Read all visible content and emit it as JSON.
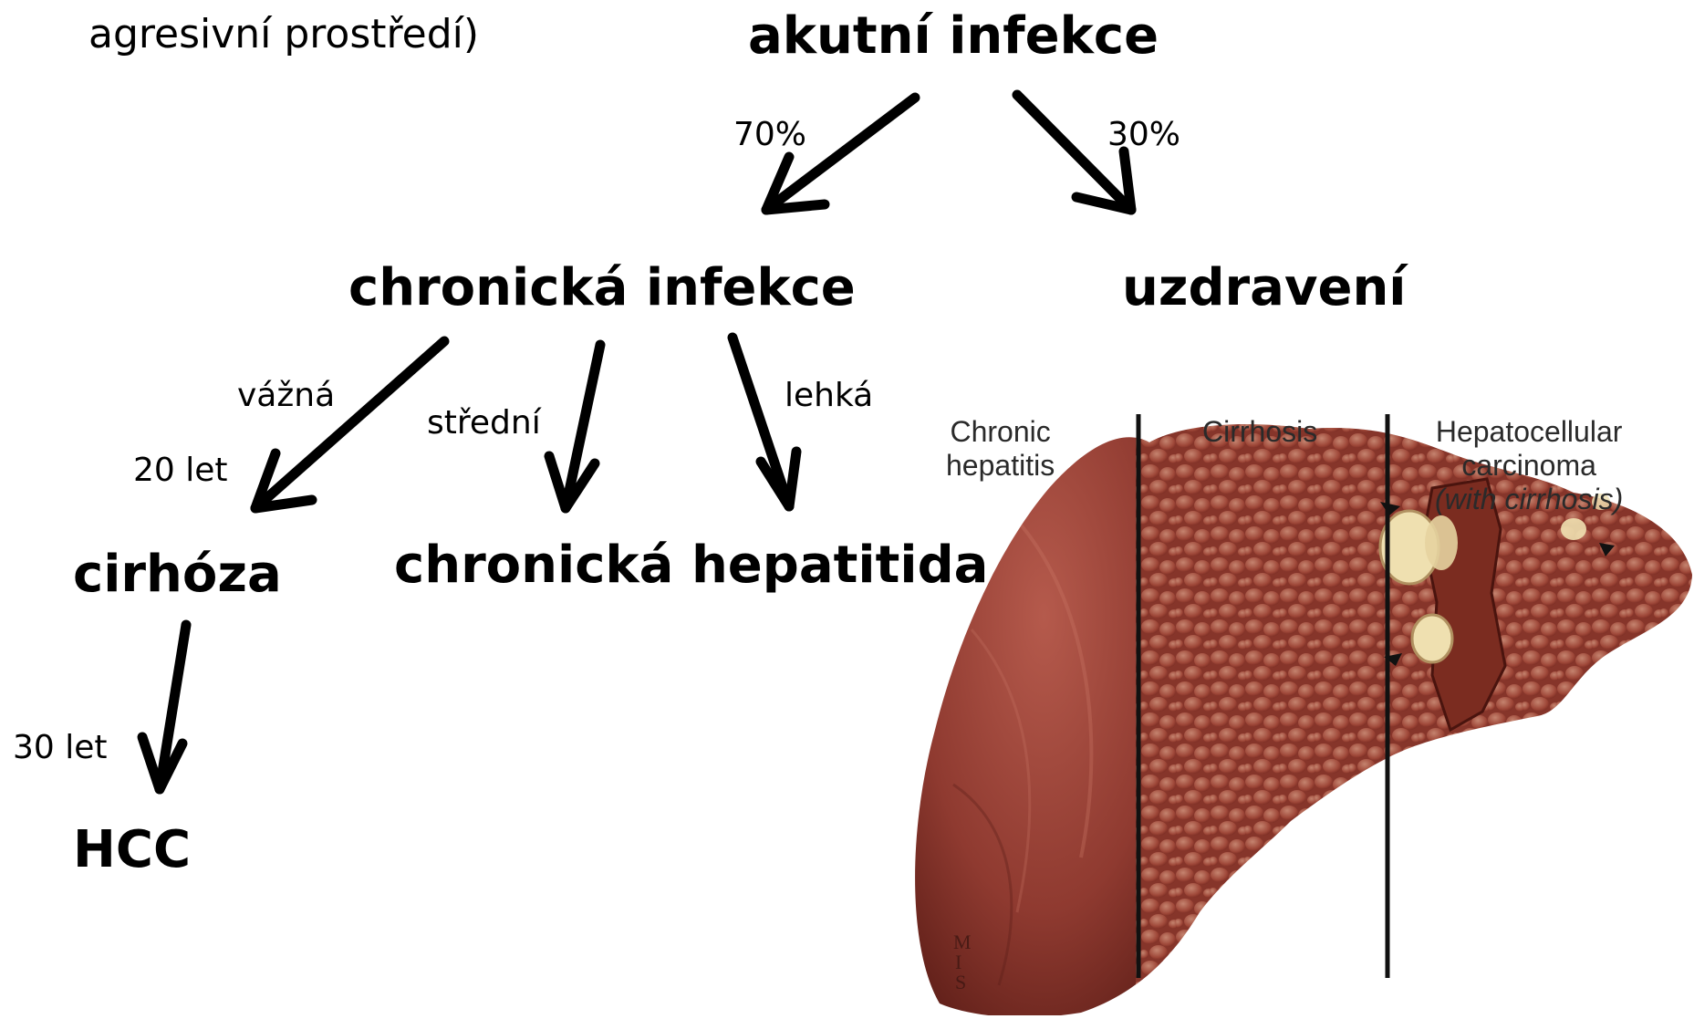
{
  "diagram": {
    "top_partial_text": "agresivní prostředí)",
    "nodes": {
      "acute": "akutní infekce",
      "chronic": "chronická infekce",
      "recovery": "uzdravení",
      "cirrhosis": "cirhóza",
      "chronic_hepatitis": "chronická hepatitida",
      "hcc": "HCC"
    },
    "edge_labels": {
      "to_chronic_pct": "70%",
      "to_recovery_pct": "30%",
      "severe": "vážná",
      "severe_years": "20 let",
      "moderate": "střední",
      "mild": "lehká",
      "hcc_years": "30 let"
    }
  },
  "figure": {
    "labels": {
      "chronic_line1": "Chronic",
      "chronic_line2": "hepatitis",
      "cirrhosis": "Cirrhosis",
      "hcc_line1": "Hepatocellular",
      "hcc_line2": "carcinoma",
      "hcc_line3": "(with cirrhosis)"
    },
    "signature_mark": "MIS",
    "colors": {
      "liver_dark": "#7a2a22",
      "liver_mid": "#a0453b",
      "nodule": "#b8644f",
      "tumor": "#efe0b0",
      "divider": "#111111"
    }
  }
}
